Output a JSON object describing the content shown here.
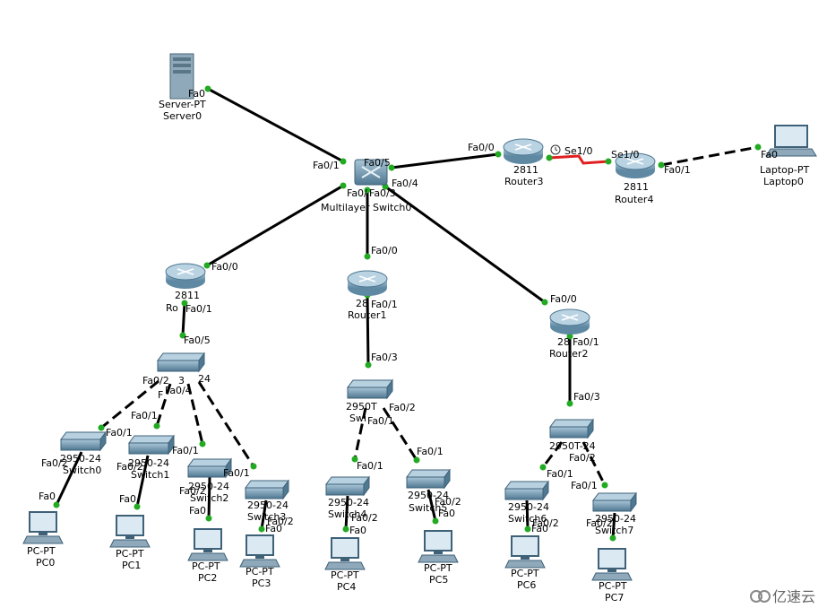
{
  "devices": {
    "server0": {
      "model": "Server-PT",
      "name": "Server0",
      "port": "Fa0"
    },
    "mls0": {
      "model": "Multilayer Switch0",
      "name": ""
    },
    "router3": {
      "model": "2811",
      "name": "Router3"
    },
    "router4": {
      "model": "2811",
      "name": "Router4"
    },
    "laptop0": {
      "model": "Laptop-PT",
      "name": "Laptop0"
    },
    "router0": {
      "model": "2811",
      "name": "Ro"
    },
    "router1": {
      "model": "28",
      "name": "Router1"
    },
    "router2": {
      "model": "28",
      "name": "Router2"
    },
    "switch_a": {
      "model": "24",
      "name": "F"
    },
    "switch_b": {
      "model": "2950T",
      "name": "Swi"
    },
    "switch_c": {
      "model": "2950T-24",
      "name": ""
    },
    "switch0": {
      "model": "2950-24",
      "name": "Switch0"
    },
    "switch1": {
      "model": "2950-24",
      "name": "Switch1"
    },
    "switch2": {
      "model": "2950-24",
      "name": "Switch2"
    },
    "switch3": {
      "model": "2950-24",
      "name": "Switch3"
    },
    "switch4": {
      "model": "2950-24",
      "name": "Switch4"
    },
    "switch5": {
      "model": "2950-24",
      "name": "Switch5"
    },
    "switch6": {
      "model": "2950-24",
      "name": "Switch6"
    },
    "switch7": {
      "model": "2950-24",
      "name": "Switch7"
    },
    "pc0": {
      "model": "PC-PT",
      "name": "PC0"
    },
    "pc1": {
      "model": "PC-PT",
      "name": "PC1"
    },
    "pc2": {
      "model": "PC-PT",
      "name": "PC2"
    },
    "pc3": {
      "model": "PC-PT",
      "name": "PC3"
    },
    "pc4": {
      "model": "PC-PT",
      "name": "PC4"
    },
    "pc5": {
      "model": "PC-PT",
      "name": "PC5"
    },
    "pc6": {
      "model": "PC-PT",
      "name": "PC6"
    },
    "pc7": {
      "model": "PC-PT",
      "name": "PC7"
    }
  },
  "ports": {
    "server_fa0": "Fa0",
    "mls_fa01": "Fa0/1",
    "mls_fa05": "Fa0/5",
    "mls_fa04": "Fa0/4",
    "mls_fa0x": "Fa0/",
    "mls_fa03": "Fa0/3",
    "r3_fa00": "Fa0/0",
    "r3_se10": "Se1/0",
    "r4_se10": "Se1/0",
    "r4_fa01": "Fa0/1",
    "laptop_fa0": "Fa0",
    "r0_fa00": "Fa0/0",
    "r0_fa01": "Fa0/1",
    "r1_fa00": "Fa0/0",
    "r1_fa01": "Fa0/1",
    "r2_fa00": "Fa0/0",
    "r2_fa01": "Fa0/1",
    "swa_fa05": "Fa0/5",
    "swa_fa02": "Fa0/2",
    "swa_fa04": "Fa0/4",
    "swa_fa03": "3",
    "swb_fa03": "Fa0/3",
    "swb_fa02": "Fa0/2",
    "swb_fa01": "Fa0/1",
    "swc_fa03": "Fa0/3",
    "swc_fa02": "Fa0/2",
    "swc_fa01": "Fa0/1",
    "s0_fa01": "Fa0/1",
    "s0_fa02": "Fa0/2",
    "s1_fa01": "Fa0/1",
    "s1_fa02": "Fa0/2",
    "s2_fa01": "Fa0/1",
    "s2_fa02": "Fa0/2",
    "s3_fa01": "Fa0/1",
    "s3_fa02": "Fa0/2",
    "s4_fa01": "Fa0/1",
    "s4_fa02": "Fa0/2",
    "s5_fa01": "Fa0/1",
    "s5_fa02": "Fa0/2",
    "s6_fa01": "Fa0/1",
    "s6_fa02": "Fa0/2",
    "s7_fa01": "Fa0/1",
    "s7_fa02": "Fa0/2",
    "pc_fa0": "Fa0"
  },
  "watermark": "亿速云",
  "colors": {
    "link": "#000000",
    "serial": "#e02020",
    "port_dot": "#22aa22",
    "device": "#7fa7bf"
  }
}
